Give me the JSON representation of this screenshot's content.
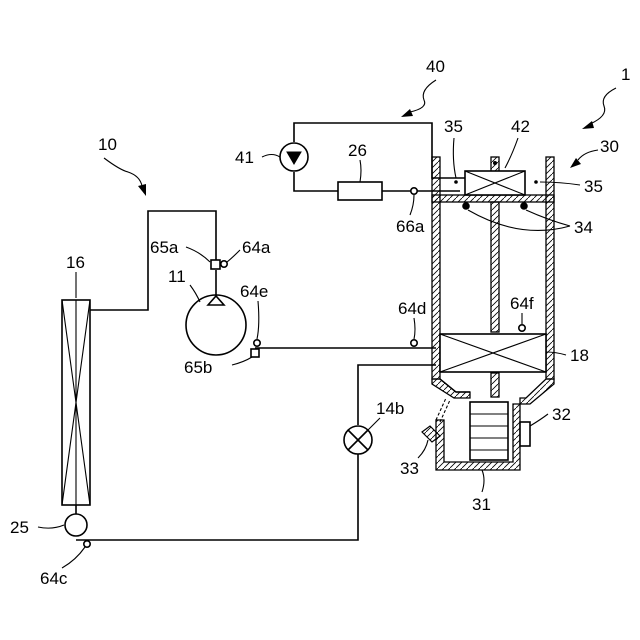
{
  "labels": {
    "l1": "1",
    "l40": "40",
    "l10": "10",
    "l30": "30",
    "l35a": "35",
    "l42": "42",
    "l35b": "35",
    "l41": "41",
    "l26": "26",
    "l66a": "66a",
    "l34": "34",
    "l65a": "65a",
    "l64a": "64a",
    "l16": "16",
    "l11": "11",
    "l64e": "64e",
    "l64d": "64d",
    "l64f": "64f",
    "l18": "18",
    "l65b": "65b",
    "l14b": "14b",
    "l32": "32",
    "l33": "33",
    "l31": "31",
    "l25": "25",
    "l64c": "64c"
  }
}
